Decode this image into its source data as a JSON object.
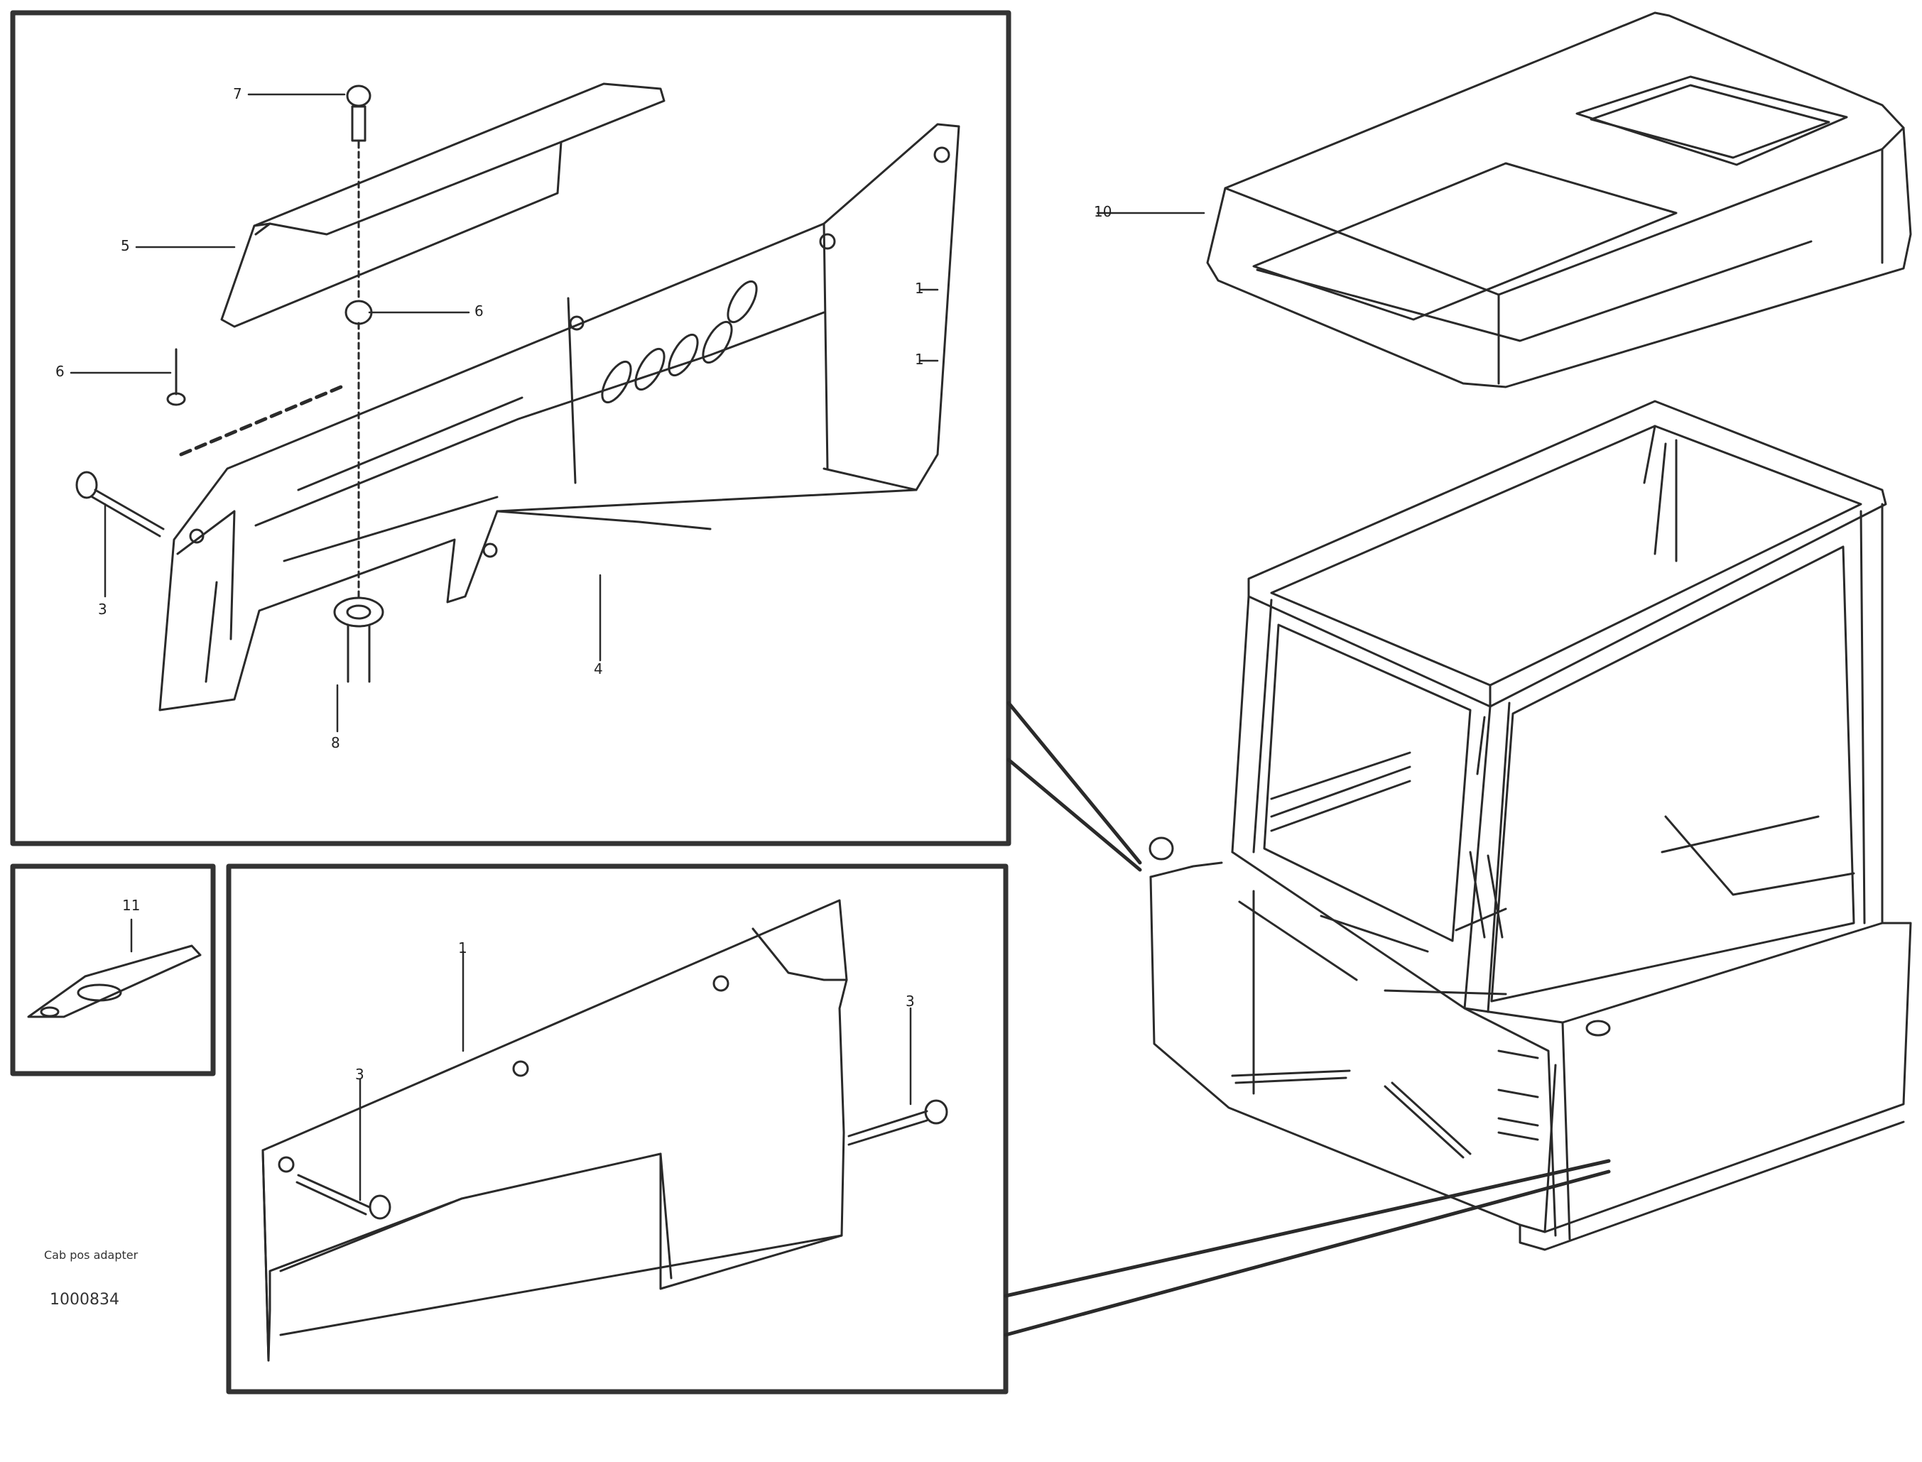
{
  "callouts": {
    "upper_panel": {
      "c7": "7",
      "c5": "5",
      "c6a": "6",
      "c6b": "6",
      "c3": "3",
      "c1a": "1",
      "c1b": "1",
      "c4": "4",
      "c8": "8"
    },
    "hood": "10",
    "inset": "11",
    "lower_panel": {
      "c1": "1",
      "c3a": "3",
      "c3b": "3"
    }
  },
  "figure_id": {
    "caption": "Cab pos adapter",
    "number": "1000834"
  },
  "colors": {
    "line": "#2a2a2a",
    "frame": "#333333",
    "background": "#ffffff"
  }
}
